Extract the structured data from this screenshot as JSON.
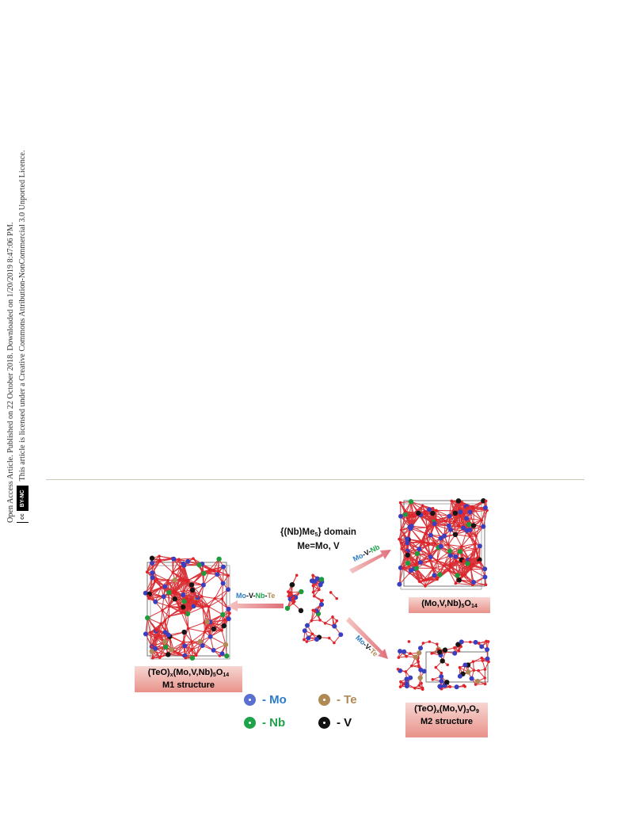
{
  "sidebar": {
    "line1": "Open Access Article. Published on 22 October 2018. Downloaded on 1/20/2019 8:47:06 PM.",
    "line2": "This article is licensed under a Creative Commons Attribution-NonCommercial 3.0 Unported Licence.",
    "cc_label": "cc",
    "by_label": "BY-NC"
  },
  "figure": {
    "domain_title": "{(Nb)Me5} domain",
    "domain_me": "Me=Mo, V",
    "m1_formula": "(TeO)x(Mo,V,Nb)5O14",
    "m1_name": "M1 structure",
    "m2_formula": "(TeO)x(Mo,V)3O9",
    "m2_name": "M2 structure",
    "m3_formula": "(Mo,V,Nb)5O14",
    "arrow_left": [
      "Mo",
      "V",
      "Nb",
      "Te"
    ],
    "arrow_up": [
      "Mo",
      "V",
      "Nb"
    ],
    "arrow_down": [
      "Mo",
      "V",
      "Te"
    ],
    "legend": [
      {
        "symbol": "Mo",
        "label": "- Mo",
        "color": "#5a6fd0",
        "text_color": "#2b7cc7"
      },
      {
        "symbol": "Te",
        "label": "- Te",
        "color": "#b08a55",
        "text_color": "#b08a55"
      },
      {
        "symbol": "Nb",
        "label": "- Nb",
        "color": "#1ea34a",
        "text_color": "#1ea34a"
      },
      {
        "symbol": "V",
        "label": "- V",
        "color": "#111111",
        "text_color": "#111111"
      }
    ],
    "colors": {
      "Mo": "#3a3fc0",
      "Nb": "#1f9a3c",
      "V": "#151515",
      "O": "#e0232a",
      "Te": "#b08a55",
      "bond": "#d8343a"
    }
  }
}
